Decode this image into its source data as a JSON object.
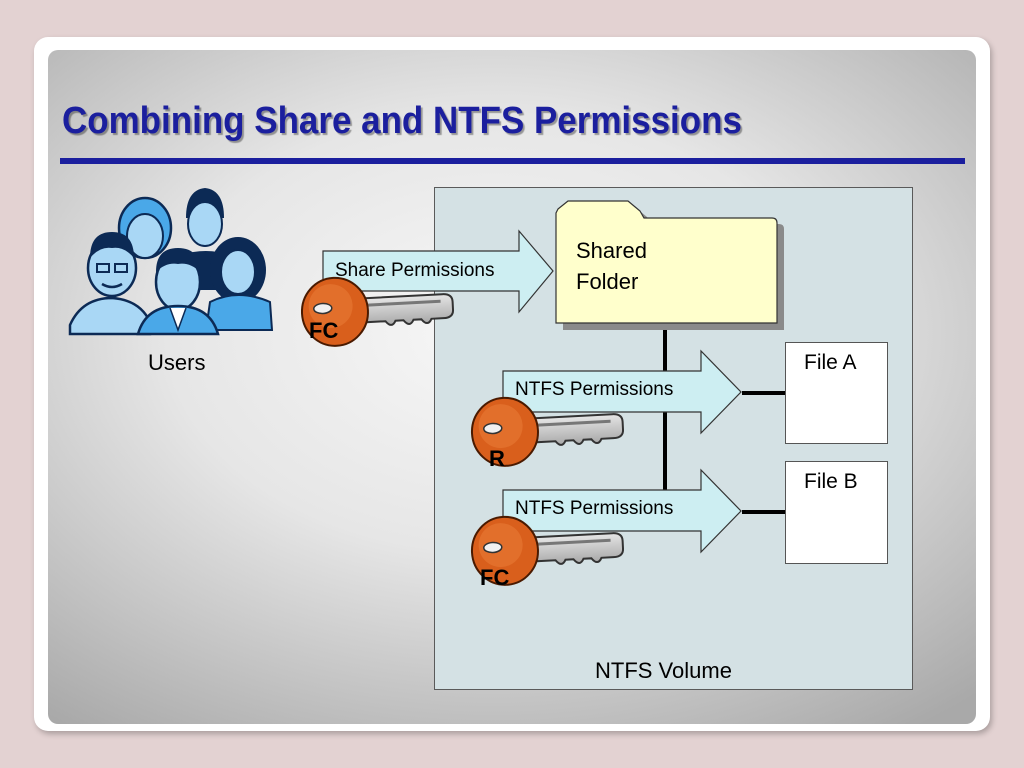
{
  "slide": {
    "title": "Combining Share and NTFS Permissions"
  },
  "users": {
    "label": "Users"
  },
  "share": {
    "arrow_label": "Share Permissions",
    "key_label": "FC",
    "folder_line1": "Shared",
    "folder_line2": "Folder"
  },
  "ntfs_a": {
    "arrow_label": "NTFS Permissions",
    "key_label": "R",
    "file_label": "File A"
  },
  "ntfs_b": {
    "arrow_label": "NTFS Permissions",
    "key_label": "FC",
    "file_label": "File B"
  },
  "volume": {
    "label": "NTFS Volume"
  },
  "colors": {
    "title": "#1b1f9e",
    "arrow_fill": "#cdeef2",
    "key_body": "#d95f1c",
    "folder_fill": "#ffffcc",
    "volume_fill": "#d4e1e4"
  }
}
